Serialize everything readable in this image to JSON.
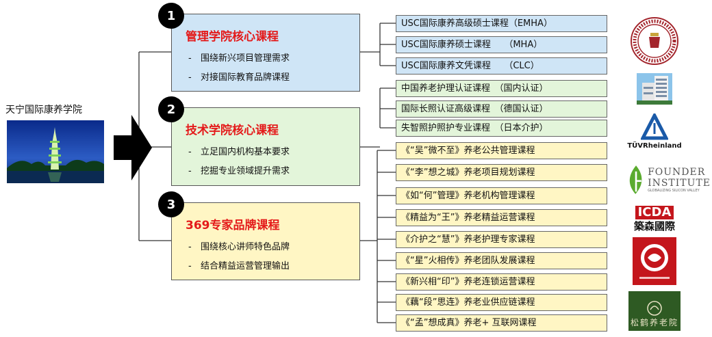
{
  "school": {
    "name": "天宁国际康养学院"
  },
  "categories": [
    {
      "number": "1",
      "title": "管理学院核心课程",
      "lines": [
        "围绕新兴项目管理需求",
        "对接国际教育品牌课程"
      ]
    },
    {
      "number": "2",
      "title": "技术学院核心课程",
      "lines": [
        "立足国内机构基本要求",
        "挖掘专业领域提升需求"
      ]
    },
    {
      "number": "3",
      "title": "369专家品牌课程",
      "lines": [
        "围绕核心讲师特色品牌",
        "结合精益运营管理输出"
      ]
    }
  ],
  "courses": [
    "USC国际康养高级硕士课程（EMHA）",
    "USC国际康养硕士课程　　（MHA）",
    "USC国际康养文凭课程　　（CLC）",
    "中国养老护理认证课程　（国内认证）",
    "国际长照认证高级课程　（德国认证）",
    "失智照护照护专业课程　（日本介护）",
    "《“吴”微不至》养老公共管理课程",
    "《“李”想之城》养老项目规划课程",
    "《如“何”管理》养老机构管理课程",
    "《精益为“王”》养老精益运营课程",
    "《介护之“慧”》养老护理专家课程",
    "《“星”火相传》养老团队发展课程",
    "《新兴相“印”》养老连锁运营课程",
    "《藕“段”思连》养老业供应链课程",
    "《“孟”想成真》养老+ 互联网课程"
  ],
  "logos": {
    "tuv": "TÜVRheinland",
    "founder_line1": "FOUNDER",
    "founder_line2": "INSTITUTE",
    "founder_tag": "GLOBALIZING SILICON VALLEY",
    "icda": "ICDA",
    "icda_cn": "築森國際",
    "songhe": "松鹤养老院"
  },
  "colors": {
    "blue_fill": "#cfe5f6",
    "green_fill": "#e3f5da",
    "yellow_fill": "#fff6c4",
    "title_red": "#e41a1a"
  }
}
